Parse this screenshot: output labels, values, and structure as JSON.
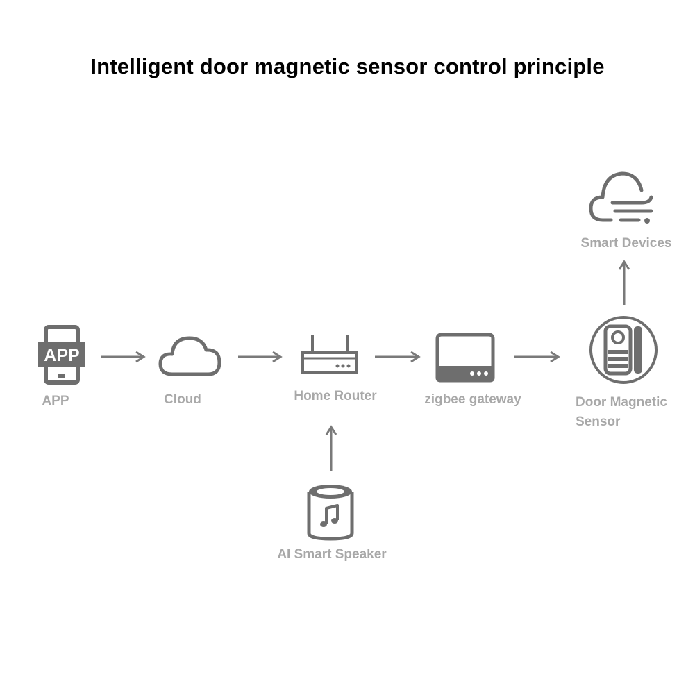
{
  "title": "Intelligent door magnetic sensor control principle",
  "colors": {
    "icon": "#6e6e6e",
    "label": "#a8a8a8",
    "arrow": "#7a7a7a",
    "title": "#000000"
  },
  "nodes": {
    "app": {
      "label": "APP",
      "icon_text": "APP",
      "icon": "smartphone-icon"
    },
    "cloud": {
      "label": "Cloud",
      "icon": "cloud-icon"
    },
    "router": {
      "label": "Home Router",
      "icon": "router-icon"
    },
    "gateway": {
      "label": "zigbee gateway",
      "icon": "gateway-icon"
    },
    "sensor": {
      "label": "Door Magnetic Sensor",
      "icon": "door-sensor-icon"
    },
    "smart_devices": {
      "label": "Smart Devices",
      "icon": "smart-cloud-icon"
    },
    "speaker": {
      "label": "AI Smart Speaker",
      "icon": "speaker-icon"
    }
  },
  "connections": [
    {
      "from": "app",
      "to": "cloud"
    },
    {
      "from": "cloud",
      "to": "router"
    },
    {
      "from": "router",
      "to": "gateway"
    },
    {
      "from": "gateway",
      "to": "sensor"
    },
    {
      "from": "sensor",
      "to": "smart_devices"
    },
    {
      "from": "speaker",
      "to": "router"
    }
  ]
}
